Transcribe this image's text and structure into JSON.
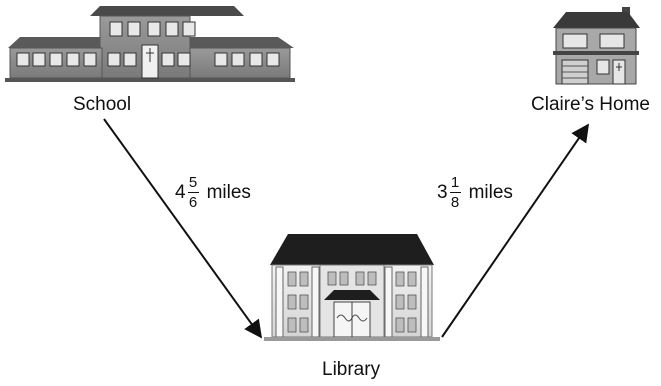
{
  "places": {
    "school": "School",
    "home": "Claire’s Home",
    "library": "Library"
  },
  "routes": {
    "school_to_library": {
      "whole": "4",
      "numerator": "5",
      "denominator": "6",
      "unit": "miles"
    },
    "library_to_home": {
      "whole": "3",
      "numerator": "1",
      "denominator": "8",
      "unit": "miles"
    }
  }
}
